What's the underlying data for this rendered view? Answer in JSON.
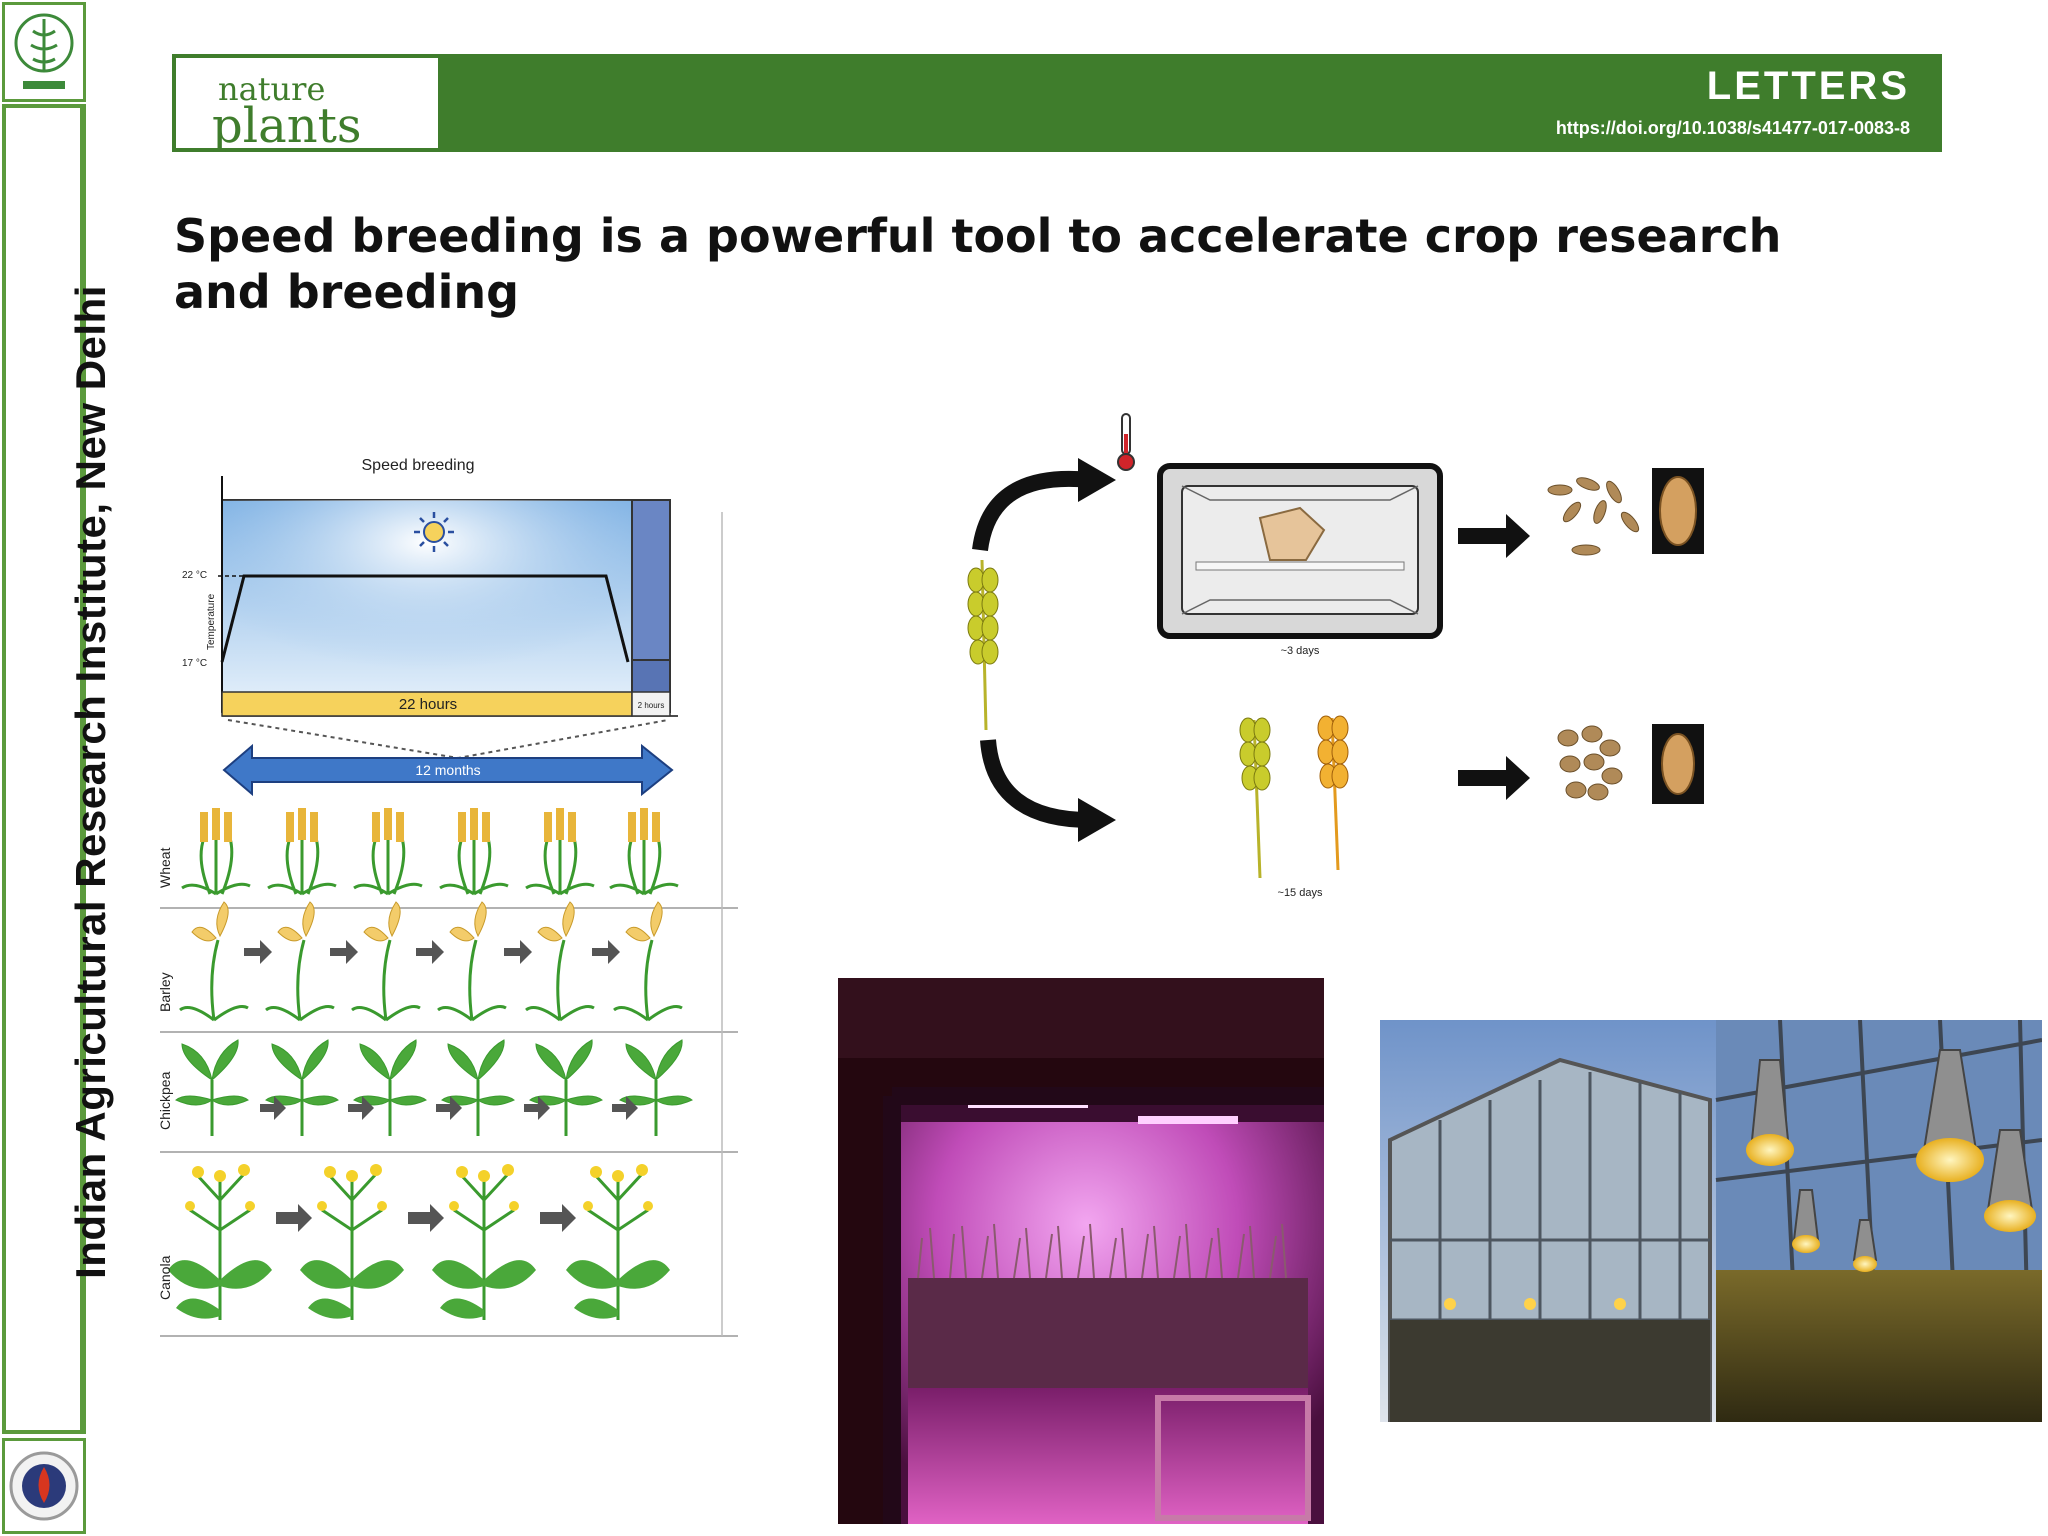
{
  "sidebar": {
    "institute": "Indian Agricultural Research Institute, New Delhi"
  },
  "journal": {
    "name_line1": "nature",
    "name_line2": "plants",
    "section": "LETTERS",
    "doi": "https://doi.org/10.1038/s41477-017-0083-8"
  },
  "title": "Speed breeding is a powerful tool to accelerate crop research and breeding",
  "figure_speed": {
    "heading": "Speed breeding",
    "temp_high": "22 °C",
    "temp_low": "17 °C",
    "temp_axis": "Temperature",
    "light_hours": "22 hours",
    "dark_hours": "2 hours",
    "duration": "12 months",
    "crops": [
      "Wheat",
      "Barley",
      "Chickpea",
      "Canola"
    ]
  },
  "figure_seed": {
    "top_time": "~3 days",
    "bottom_time": "~15 days"
  },
  "colors": {
    "journal_green": "#3f7d2c",
    "sidebar_border": "#5b9a3c",
    "chamber_blue": "#a9cdee",
    "light_bar": "#f6d25c",
    "arrow_blue": "#3f78c8"
  }
}
